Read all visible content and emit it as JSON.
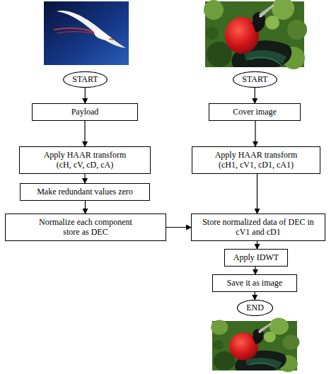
{
  "diagram": {
    "nodes": [
      {
        "text": [
          "START"
        ]
      },
      {
        "text": [
          "Payload"
        ]
      },
      {
        "text": [
          "Apply HAAR transform (cH, cV, cD, cA)"
        ]
      },
      {
        "text": [
          "Make redundant values zero"
        ]
      },
      {
        "text": [
          "Normalize each component store as DEC"
        ]
      },
      {
        "text": [
          "START"
        ]
      },
      {
        "text": [
          "Cover image"
        ]
      },
      {
        "text": [
          "Apply HAAR transform (cH1, cV1, cD1, cA1)"
        ]
      },
      {
        "text": [
          "Store normalized data of DEC in cV1 and cD1"
        ]
      },
      {
        "text": [
          "Apply IDWT"
        ]
      },
      {
        "text": [
          "Save it as image"
        ]
      },
      {
        "text": [
          "END"
        ]
      }
    ],
    "edges": [
      {
        "from": 0,
        "to": 1,
        "arrow": "to"
      },
      {
        "from": 1,
        "to": 2,
        "arrow": "to"
      },
      {
        "from": 2,
        "to": 3,
        "arrow": "to"
      },
      {
        "from": 3,
        "to": 4,
        "arrow": "to"
      },
      {
        "from": 4,
        "to": 8,
        "arrow": "to"
      },
      {
        "from": 5,
        "to": 6,
        "arrow": "to"
      },
      {
        "from": 6,
        "to": 7,
        "arrow": "to"
      },
      {
        "from": 7,
        "to": 8,
        "arrow": "to"
      },
      {
        "from": 8,
        "to": 9,
        "arrow": "to"
      },
      {
        "from": 9,
        "to": 10,
        "arrow": "to"
      },
      {
        "from": 10,
        "to": 11,
        "arrow": "to"
      }
    ]
  }
}
